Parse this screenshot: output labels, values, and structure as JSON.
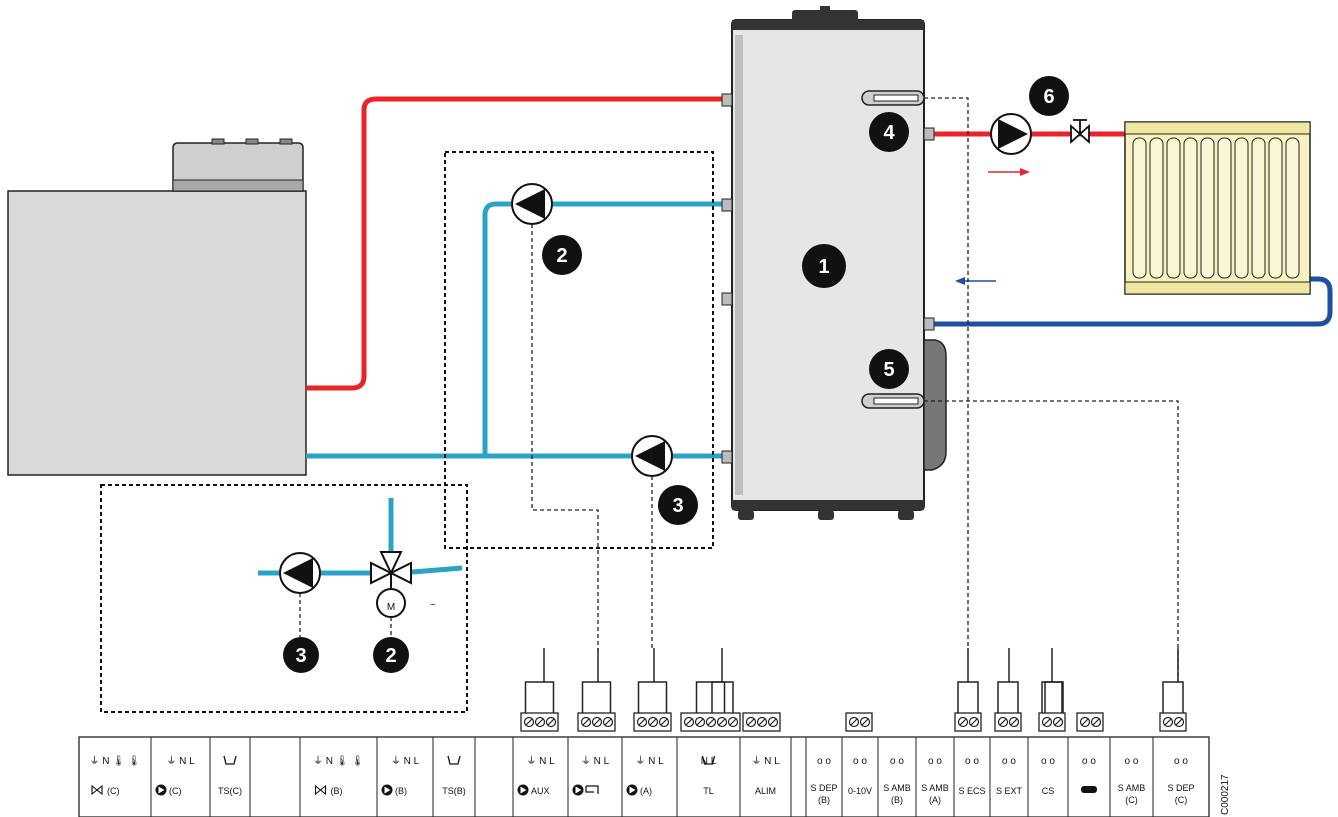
{
  "callouts": {
    "c1": "1",
    "c2a": "2",
    "c2b": "2",
    "c3a": "3",
    "c3b": "3",
    "c4": "4",
    "c5": "5",
    "c6": "6"
  },
  "motor_symbol": "M",
  "tilde_symbol": "~",
  "drawing_ref": "C000217",
  "terminals": [
    {
      "top": "⏚ N 🌡 🌡",
      "bottom": "(C)",
      "icon": "valve-icon"
    },
    {
      "top": "⏚ N L",
      "bottom": "(C)",
      "icon": "pump-icon"
    },
    {
      "top": "",
      "bottom": "TS(C)",
      "icon": "ts-icon"
    },
    {
      "top": "⏚ N 🌡 🌡",
      "bottom": "(B)",
      "icon": "valve-icon"
    },
    {
      "top": "⏚ N L",
      "bottom": "(B)",
      "icon": "pump-icon"
    },
    {
      "top": "",
      "bottom": "TS(B)",
      "icon": "ts-icon"
    },
    {
      "top": "⏚ N L",
      "bottom": "AUX",
      "icon": "pump-icon"
    },
    {
      "top": "⏚ N L",
      "bottom": "",
      "icon": "pump-dhw-icon"
    },
    {
      "top": "⏚ N L",
      "bottom": "(A)",
      "icon": "pump-icon"
    },
    {
      "top": "N L",
      "bottom": "TL",
      "icon": "ts-icon"
    },
    {
      "top": "⏚ N L",
      "bottom": "ALIM",
      "icon": ""
    },
    {
      "top": "o  o",
      "bottom": "S DEP (B)",
      "icon": ""
    },
    {
      "top": "o  o",
      "bottom": "0-10V",
      "icon": ""
    },
    {
      "top": "o  o",
      "bottom": "S AMB (B)",
      "icon": ""
    },
    {
      "top": "o  o",
      "bottom": "S AMB (A)",
      "icon": ""
    },
    {
      "top": "o  o",
      "bottom": "S ECS",
      "icon": ""
    },
    {
      "top": "o  o",
      "bottom": "S EXT",
      "icon": ""
    },
    {
      "top": "o  o",
      "bottom": "CS",
      "icon": ""
    },
    {
      "top": "o  o",
      "bottom": "",
      "icon": "bus-icon"
    },
    {
      "top": "o  o",
      "bottom": "S AMB (C)",
      "icon": ""
    },
    {
      "top": "o  o",
      "bottom": "S DEP (C)",
      "icon": ""
    }
  ],
  "colors": {
    "hot": "#e8242a",
    "cold_primary": "#29a3c6",
    "return_secondary": "#1f4fa3",
    "tank": "#e6e6e6",
    "boiler": "#d9d9d9",
    "radiator": "#f7f2c0"
  }
}
